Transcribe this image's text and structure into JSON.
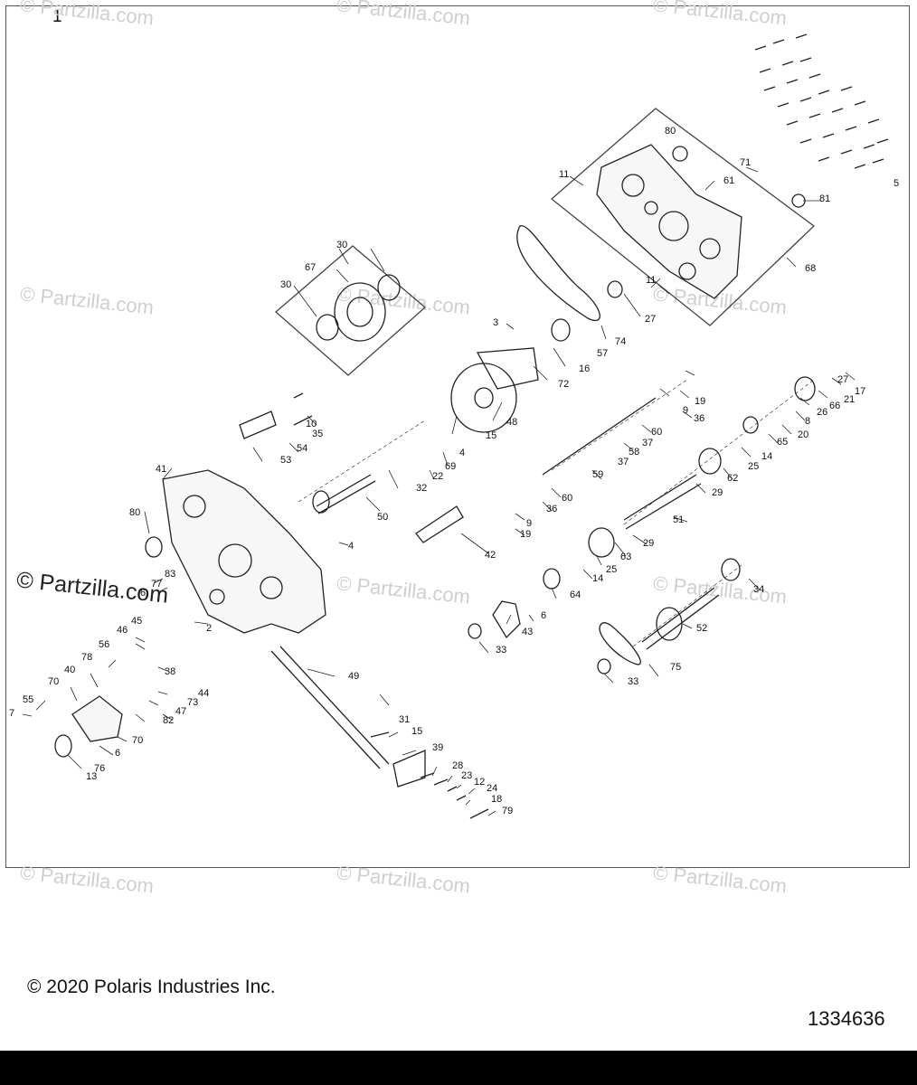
{
  "figure_number": "1",
  "copyright": "© 2020 Polaris Industries Inc.",
  "drawing_number": "1334636",
  "watermark": "© Partzilla.com",
  "watermark_big": "© Partzilla.com",
  "callouts": [
    "1",
    "2",
    "3",
    "4",
    "5",
    "6",
    "7",
    "8",
    "9",
    "10",
    "11",
    "12",
    "13",
    "14",
    "15",
    "16",
    "17",
    "18",
    "19",
    "20",
    "21",
    "22",
    "23",
    "24",
    "25",
    "26",
    "27",
    "28",
    "29",
    "30",
    "31",
    "32",
    "33",
    "34",
    "35",
    "36",
    "37",
    "38",
    "39",
    "40",
    "41",
    "42",
    "43",
    "44",
    "45",
    "46",
    "47",
    "48",
    "49",
    "50",
    "51",
    "52",
    "53",
    "54",
    "55",
    "56",
    "57",
    "58",
    "59",
    "60",
    "61",
    "62",
    "63",
    "64",
    "65",
    "66",
    "67",
    "68",
    "69",
    "70",
    "71",
    "72",
    "73",
    "74",
    "75",
    "76",
    "77",
    "78",
    "79",
    "80",
    "81",
    "82",
    "83"
  ]
}
